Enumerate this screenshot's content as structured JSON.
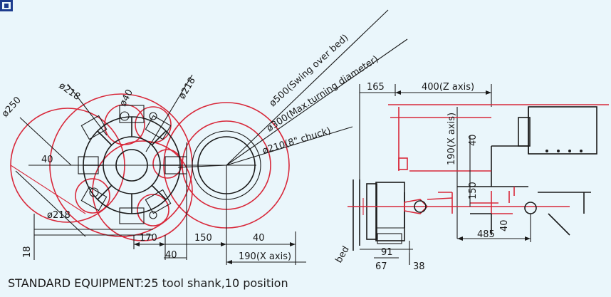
{
  "caption": "STANDARD EQUIPMENT:25 tool shank,10 position",
  "left_view": {
    "labels": {
      "d218_a": "ø218",
      "d40": "ø40",
      "d218_b": "ø218",
      "d250": "ø250",
      "d218_c": "ø218",
      "swing": "ø500(Swing over bed)",
      "max_turn": "ø300(Max.turning diameter)",
      "chuck": "ø210(8\" chuck)",
      "v40_left": "40",
      "v18": "18",
      "v170": "170",
      "v150": "150",
      "v40_right": "40",
      "v40_bottom": "40",
      "x_axis": "190(X axis)"
    }
  },
  "right_view": {
    "labels": {
      "v165": "165",
      "z_axis": "400(Z axis)",
      "x_axis": "190(X axis)",
      "v40_upper": "40",
      "v150": "150",
      "v40_lower": "40",
      "v485": "485",
      "v91": "91",
      "v67": "67",
      "v38": "38",
      "bed": "bed"
    }
  }
}
